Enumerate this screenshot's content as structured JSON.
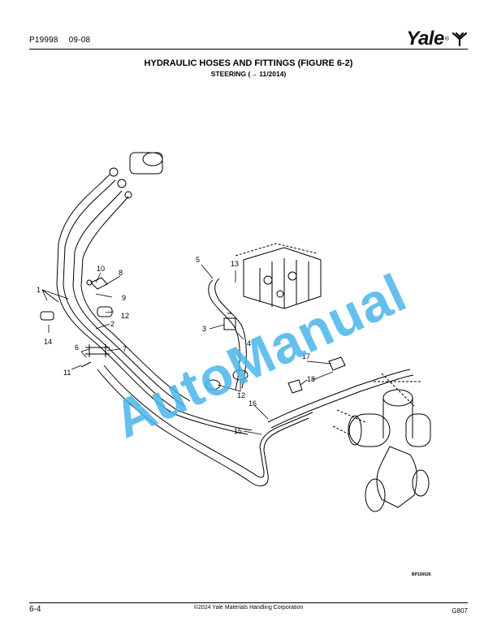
{
  "header": {
    "doc_number": "P19998",
    "doc_date": "09-08",
    "brand": "Yale"
  },
  "title": "HYDRAULIC HOSES AND FITTINGS (FIGURE 6-2)",
  "subtitle": "STEERING (→ 11/2014)",
  "figure": {
    "callouts": [
      "1",
      "2",
      "3",
      "4",
      "5",
      "6",
      "7",
      "8",
      "9",
      "10",
      "11",
      "12",
      "12",
      "13",
      "14",
      "15",
      "16",
      "17",
      "18"
    ],
    "figure_id": "BP150026"
  },
  "watermark": "AutoManual",
  "footer": {
    "page": "6-4",
    "copyright": "©2024 Yale Materials Handling Corporation",
    "model": "G807"
  }
}
